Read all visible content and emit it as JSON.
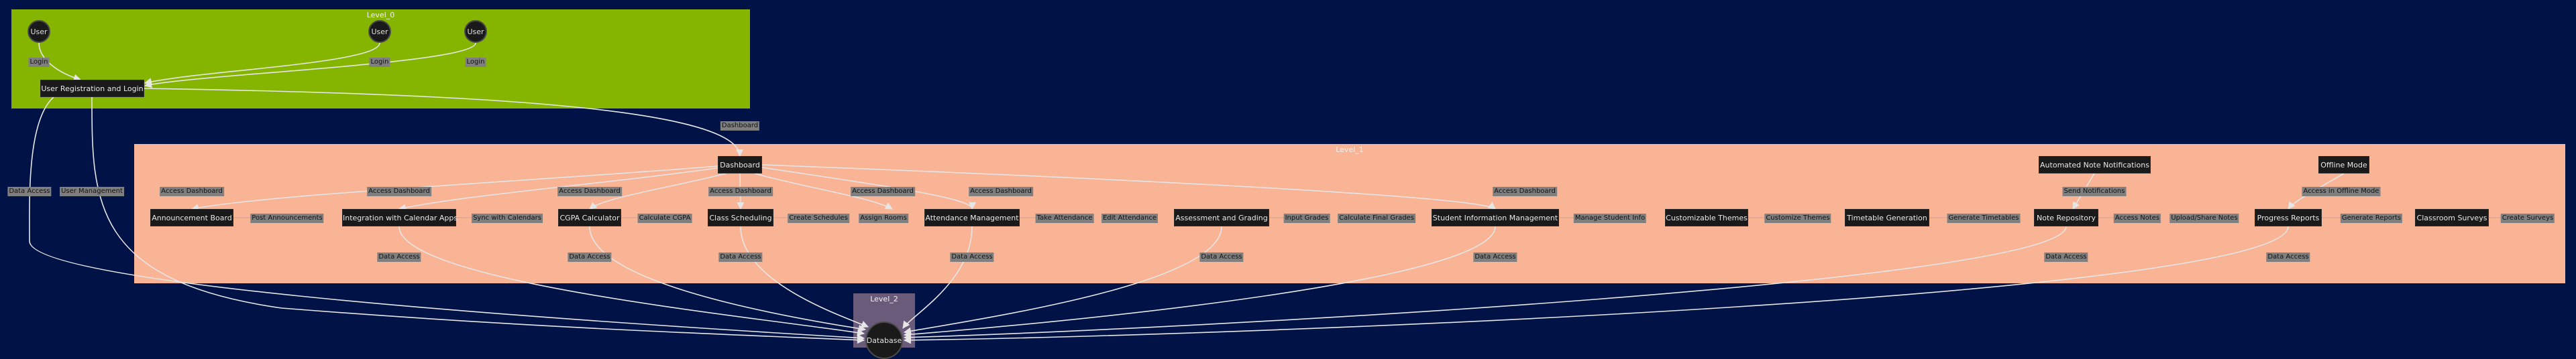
{
  "colors": {
    "background": "#001246",
    "level0": "#86b500",
    "level1": "#f9b395",
    "level2": "#6b5b7b",
    "node": "#1a1a1a",
    "edge": "#e6e6e6",
    "edgeLabel": "#7f7f7f"
  },
  "clusters": {
    "level0": "Level_0",
    "level1": "Level_1",
    "level2": "Level_2"
  },
  "nodes": {
    "user": "User",
    "registration": "User Registration and Login",
    "dashboard": "Dashboard",
    "announcement": "Announcement Board",
    "calendar": "Integration with Calendar Apps",
    "cgpa": "CGPA Calculator",
    "scheduling": "Class Scheduling",
    "attendance": "Attendance Management",
    "grading": "Assessment and Grading",
    "sis": "Student Information Management",
    "themes": "Customizable Themes",
    "timetable": "Timetable Generation",
    "notes": "Note Repository",
    "progress": "Progress Reports",
    "surveys": "Classroom Surveys",
    "notifications": "Automated Note Notifications",
    "offline": "Offline Mode",
    "database": "Database"
  },
  "edge_labels": {
    "login": "Login",
    "dashboard": "Dashboard",
    "data_access": "Data Access",
    "user_management": "User Management",
    "access_dashboard": "Access Dashboard",
    "post_announcements": "Post Announcements",
    "sync_calendars": "Sync with Calendars",
    "calculate_cgpa": "Calculate CGPA",
    "create_schedules": "Create Schedules",
    "assign_rooms": "Assign Rooms",
    "take_attendance": "Take Attendance",
    "edit_attendance": "Edit Attendance",
    "input_grades": "Input Grades",
    "calculate_final_grades": "Calculate Final Grades",
    "manage_student_info": "Manage Student Info",
    "customize_themes": "Customize Themes",
    "generate_timetables": "Generate Timetables",
    "access_notes": "Access Notes",
    "upload_share_notes": "Upload/Share Notes",
    "generate_reports": "Generate Reports",
    "create_surveys": "Create Surveys",
    "send_notifications": "Send Notifications",
    "access_offline": "Access in Offline Mode"
  }
}
